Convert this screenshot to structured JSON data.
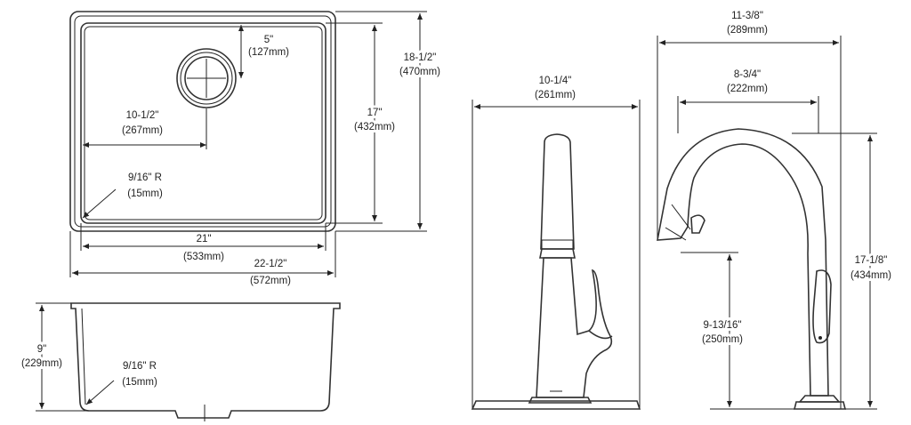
{
  "sink_top": {
    "drain_offset": {
      "in": "5\"",
      "mm": "(127mm)"
    },
    "drain_center": {
      "in": "10-1/2\"",
      "mm": "(267mm)"
    },
    "corner_radius": {
      "in": "9/16\" R",
      "mm": "(15mm)"
    },
    "inner_length": {
      "in": "17\"",
      "mm": "(432mm)"
    },
    "outer_length": {
      "in": "18-1/2\"",
      "mm": "(470mm)"
    },
    "inner_width": {
      "in": "21\"",
      "mm": "(533mm)"
    },
    "outer_width": {
      "in": "22-1/2\"",
      "mm": "(572mm)"
    }
  },
  "sink_side": {
    "depth": {
      "in": "9\"",
      "mm": "(229mm)"
    },
    "corner_radius": {
      "in": "9/16\" R",
      "mm": "(15mm)"
    }
  },
  "faucet_front": {
    "base_width": {
      "in": "10-1/4\"",
      "mm": "(261mm)"
    }
  },
  "faucet_side": {
    "overall_depth": {
      "in": "11-3/8\"",
      "mm": "(289mm)"
    },
    "spout_reach": {
      "in": "8-3/4\"",
      "mm": "(222mm)"
    },
    "overall_height": {
      "in": "17-1/8\"",
      "mm": "(434mm)"
    },
    "spout_height": {
      "in": "9-13/16\"",
      "mm": "(250mm)"
    }
  }
}
